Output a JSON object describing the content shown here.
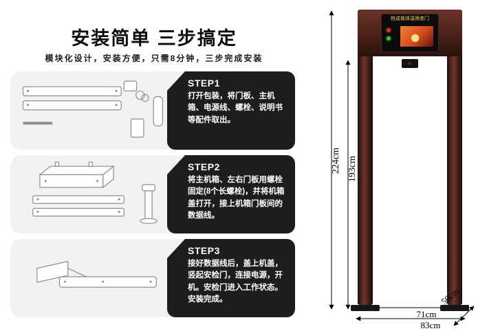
{
  "left": {
    "title": "安装简单 三步搞定",
    "subtitle": "模块化设计，安装方便，只需8分钟，三步完成安装",
    "steps": [
      {
        "label": "STEP1",
        "text": "打开包装，将门板、主机箱、电源线、螺栓、说明书等配件取出。"
      },
      {
        "label": "STEP2",
        "text": "将主机箱、左右门板用螺栓固定(8个长螺栓)，并将机箱盖打开，接上机箱门板间的数据线。"
      },
      {
        "label": "STEP3",
        "text": "接好数据线后，盖上机盖，竖起安检门，连接电源，开机。安检门进入工作状态。安装完成。"
      }
    ]
  },
  "right": {
    "device_title": "热成像体温筛查门",
    "colors": {
      "door_frame": "#5a2b22",
      "panel": "#0b0b0b",
      "led_red": "#e23128",
      "led_green": "#35c13a"
    },
    "dimensions": {
      "outer_height": "224cm",
      "inner_height": "193cm",
      "depth": "50cm",
      "inner_width": "71cm",
      "outer_width": "83cm"
    }
  }
}
